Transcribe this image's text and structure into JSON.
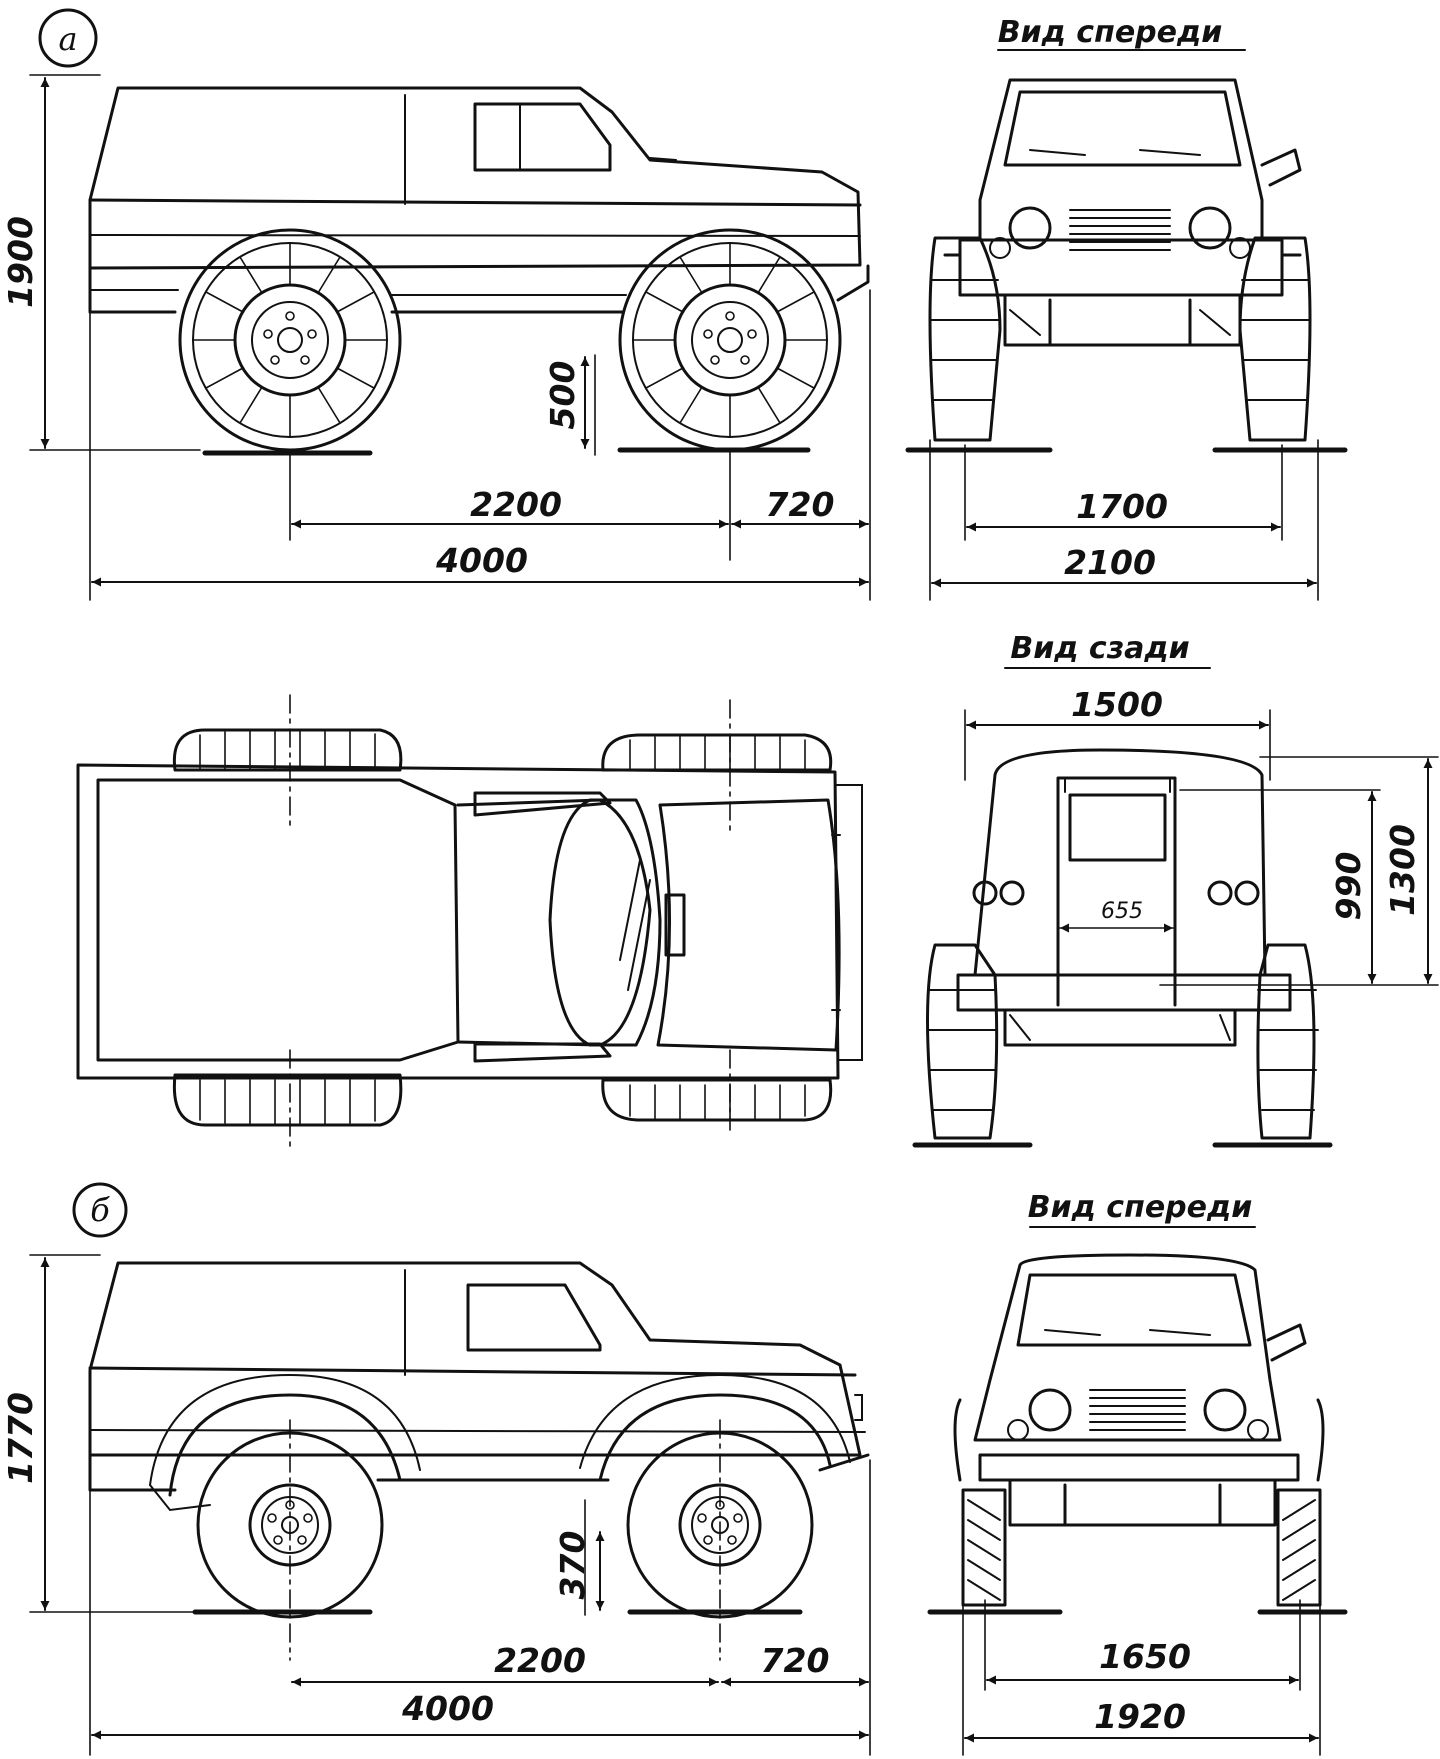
{
  "variants": {
    "a": {
      "marker": "а",
      "side": {
        "height": "1900",
        "clearance": "500",
        "wheelbase": "2200",
        "rear_overhang": "720",
        "length": "4000"
      },
      "front": {
        "title": "Вид спереди",
        "track": "1700",
        "width": "2100"
      },
      "rear": {
        "title": "Вид сзади",
        "body_width": "1500",
        "door_height": "990",
        "body_height": "1300",
        "door_width": "655"
      }
    },
    "b": {
      "marker": "б",
      "side": {
        "height": "1770",
        "clearance": "370",
        "wheelbase": "2200",
        "rear_overhang": "720",
        "length": "4000"
      },
      "front": {
        "title": "Вид спереди",
        "track": "1650",
        "width": "1920"
      }
    }
  }
}
